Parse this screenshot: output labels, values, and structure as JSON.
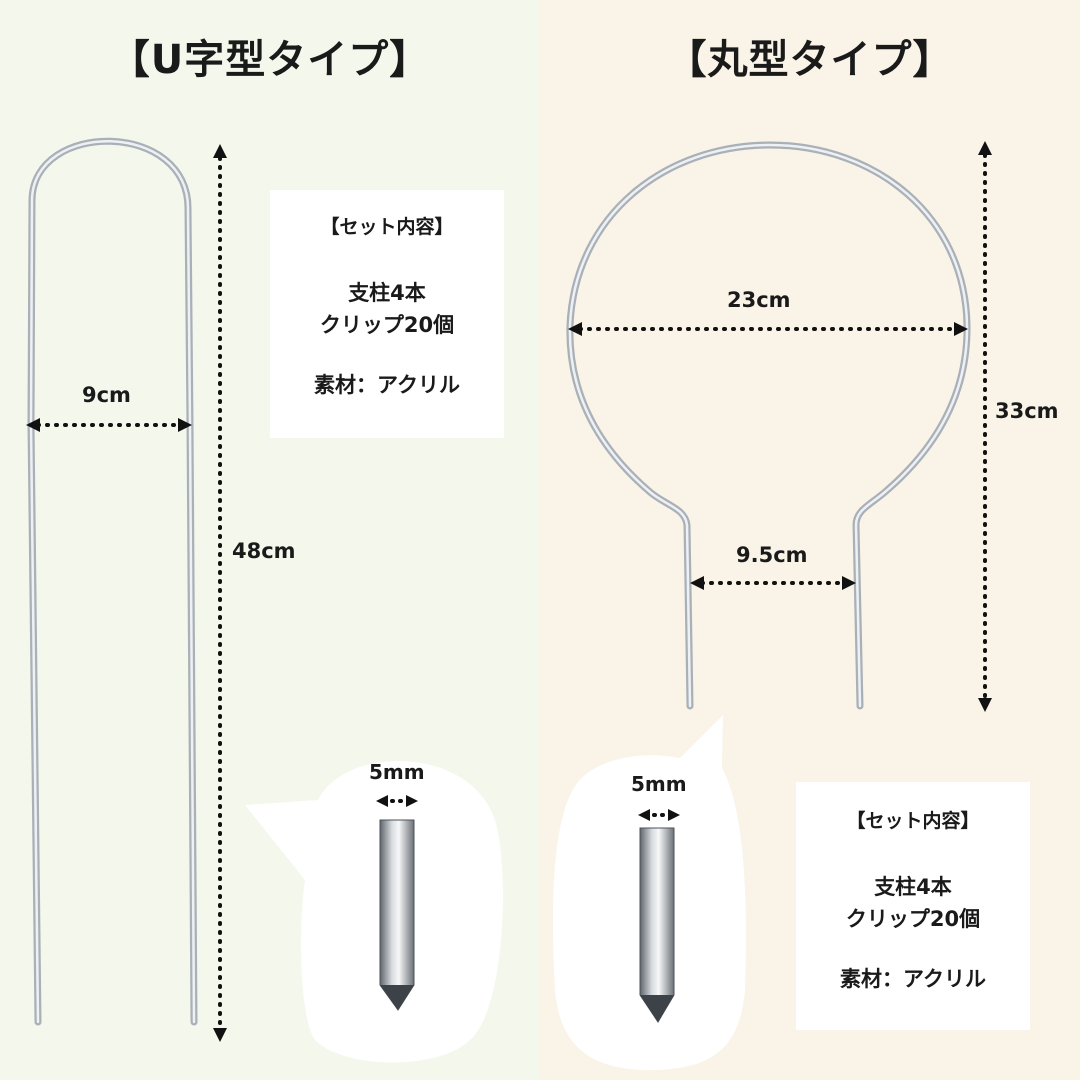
{
  "u_type": {
    "title": "【U字型タイプ】",
    "width_label": "9cm",
    "height_label": "48cm",
    "tip_label": "5mm",
    "set": {
      "header": "【セット内容】",
      "posts": "支柱4本",
      "clips": "クリップ20個",
      "material": "素材：アクリル"
    }
  },
  "round_type": {
    "title": "【丸型タイプ】",
    "diameter_label": "23cm",
    "height_label": "33cm",
    "leg_gap_label": "9.5cm",
    "tip_label": "5mm",
    "set": {
      "header": "【セット内容】",
      "posts": "支柱4本",
      "clips": "クリップ20個",
      "material": "素材：アクリル"
    }
  },
  "colors": {
    "left_bg": "#f3f7ec",
    "right_bg": "#f9f3e8",
    "wire": "#b4bac1",
    "arrow": "#111111"
  }
}
